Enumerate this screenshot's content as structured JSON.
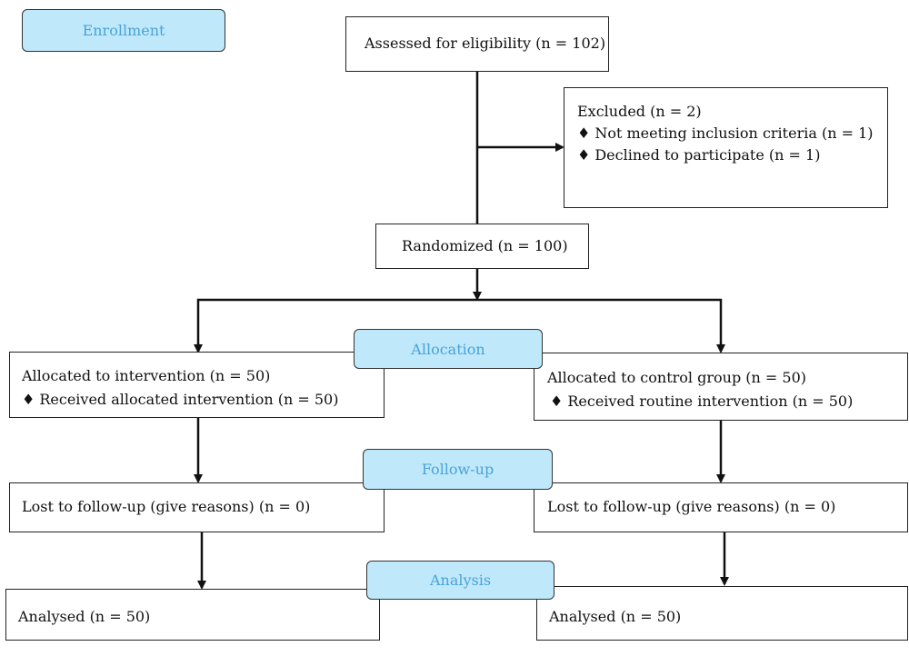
{
  "stages": {
    "enrollment": "Enrollment",
    "allocation": "Allocation",
    "follow_up": "Follow-up",
    "analysis": "Analysis"
  },
  "assessed": "Assessed for eligibility (n = 102)",
  "excluded": {
    "title": "Excluded (n = 2)",
    "items": [
      "Not meeting inclusion criteria (n = 1)",
      "Declined to participate (n = 1)"
    ]
  },
  "randomized": "Randomized (n = 100)",
  "intervention_arm": {
    "allocated": "Allocated to intervention (n = 50)",
    "received": "Received allocated intervention (n = 50)",
    "lost": "Lost to follow-up (give reasons) (n = 0)",
    "analysed": "Analysed (n = 50)"
  },
  "control_arm": {
    "allocated": "Allocated to control group (n = 50)",
    "received": "Received routine intervention (n = 50)",
    "lost": "Lost to follow-up (give reasons) (n = 0)",
    "analysed": "Analysed (n = 50)"
  },
  "bullet_glyph": "♦"
}
